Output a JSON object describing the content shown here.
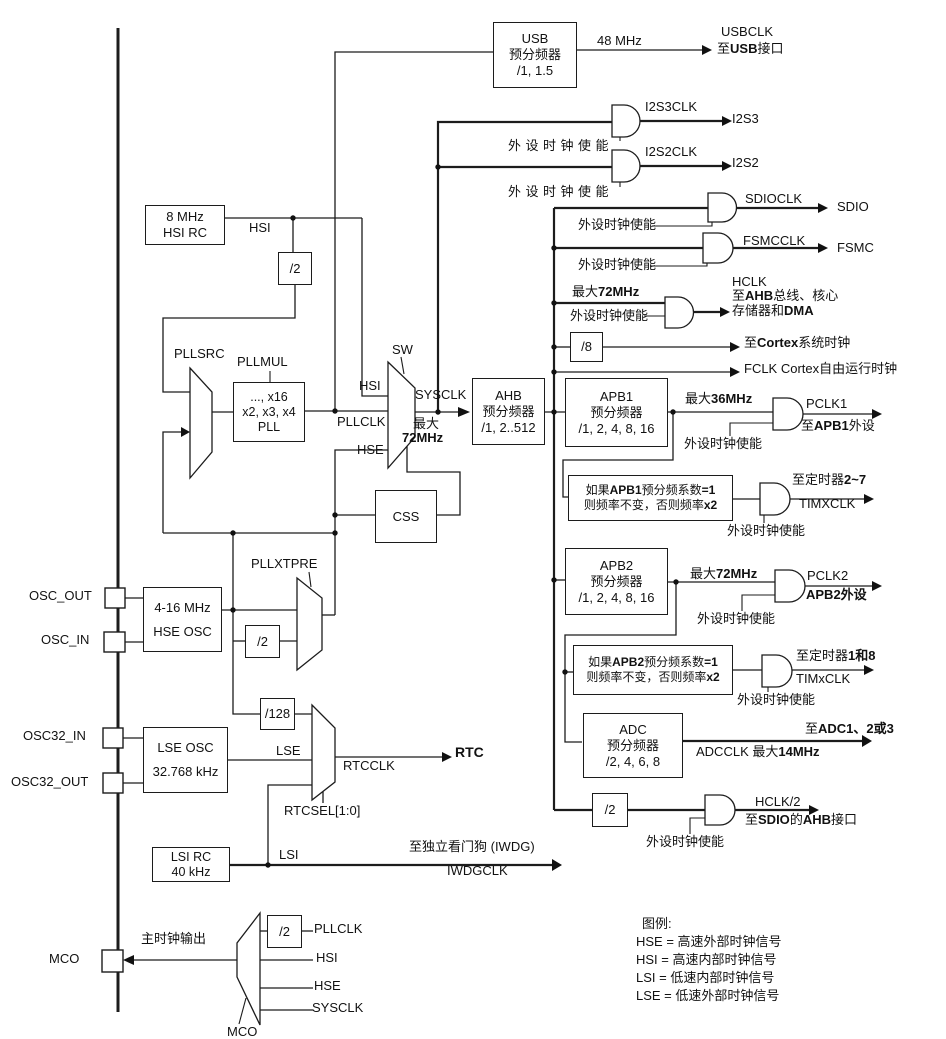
{
  "boxes": {
    "usb": [
      "USB",
      "预分频器",
      "/1, 1.5"
    ],
    "hsi_rc": [
      "8 MHz",
      "HSI RC"
    ],
    "pll": [
      "..., x16",
      "x2, x3, x4",
      "PLL"
    ],
    "ahb": [
      "AHB",
      "预分频器",
      "/1, 2..512"
    ],
    "apb1": [
      "APB1",
      "预分频器",
      "/1, 2, 4, 8, 16"
    ],
    "apb2": [
      "APB2",
      "预分频器",
      "/1, 2, 4, 8, 16"
    ],
    "adc": [
      "ADC",
      "预分频器",
      "/2, 4, 6, 8"
    ],
    "hse_osc": [
      "4-16 MHz",
      "HSE OSC"
    ],
    "lse_osc": [
      "LSE OSC",
      "32.768 kHz"
    ],
    "lsi_rc": [
      "LSI RC",
      "40 kHz"
    ],
    "css": "CSS",
    "div2": "/2",
    "div8": "/8",
    "div128": "/128",
    "apb1_tim": [
      [
        {
          "t": "如果",
          "b": 0
        },
        {
          "t": "APB1",
          "b": 1
        },
        {
          "t": "预分频系数",
          "b": 0
        },
        {
          "t": "=1",
          "b": 1
        }
      ],
      [
        {
          "t": "则频率不变，否则频率",
          "b": 0
        },
        {
          "t": "x2",
          "b": 1
        }
      ]
    ],
    "apb2_tim": [
      [
        {
          "t": "如果",
          "b": 0
        },
        {
          "t": "APB2",
          "b": 1
        },
        {
          "t": "预分频系数",
          "b": 0
        },
        {
          "t": "=1",
          "b": 1
        }
      ],
      [
        {
          "t": "则频率不变，否则频率",
          "b": 0
        },
        {
          "t": "x2",
          "b": 1
        }
      ]
    ]
  },
  "muxes": {
    "pllsrc": "PLLSRC",
    "pllmul": "PLLMUL",
    "sw": "SW",
    "pllxtpre": "PLLXTPRE",
    "rtcsel": "RTCSEL[1:0]",
    "mco": "MCO"
  },
  "pins": {
    "osc_out": "OSC_OUT",
    "osc_in": "OSC_IN",
    "osc32_in": "OSC32_IN",
    "osc32_out": "OSC32_OUT",
    "mco": "MCO"
  },
  "wires": {
    "hsi": "HSI",
    "hse": "HSE",
    "pllclk": "PLLCLK",
    "sysclk": "SYSCLK",
    "max": "最大",
    "mhz72": "72MHz",
    "mhz48": "48 MHz",
    "lse": "LSE",
    "lsi": "LSI",
    "rtcclk": "RTCCLK",
    "rtc": "RTC",
    "mco_out": "主时钟输出"
  },
  "outputs": {
    "usbclk": "USBCLK",
    "usb_to": [
      {
        "t": "至",
        "b": 0
      },
      {
        "t": "USB",
        "b": 1
      },
      {
        "t": "接口",
        "b": 0
      }
    ],
    "i2s3clk": "I2S3CLK",
    "i2s3": "I2S3",
    "i2s2clk": "I2S2CLK",
    "i2s2": "I2S2",
    "sdioclk": "SDIOCLK",
    "sdio": "SDIO",
    "fsmcclk": "FSMCCLK",
    "fsmc": "FSMC",
    "max72": [
      {
        "t": "最大",
        "b": 0
      },
      {
        "t": "72MHz",
        "b": 1
      }
    ],
    "hclk": "HCLK",
    "hclk_to1": [
      {
        "t": "至",
        "b": 0
      },
      {
        "t": "AHB",
        "b": 1
      },
      {
        "t": "总线、核心",
        "b": 0
      }
    ],
    "hclk_to2": [
      {
        "t": "存储器和",
        "b": 0
      },
      {
        "t": "DMA",
        "b": 1
      }
    ],
    "cortex": [
      {
        "t": "至",
        "b": 0
      },
      {
        "t": "Cortex",
        "b": 1
      },
      {
        "t": "系统时钟",
        "b": 0
      }
    ],
    "fclk": "FCLK Cortex自由运行时钟",
    "max36": [
      {
        "t": "最大",
        "b": 0
      },
      {
        "t": "36MHz",
        "b": 1
      }
    ],
    "pclk1": "PCLK1",
    "pclk1_to": [
      {
        "t": "至",
        "b": 0
      },
      {
        "t": "APB1",
        "b": 1
      },
      {
        "t": "外设",
        "b": 0
      }
    ],
    "tim27": [
      {
        "t": "至定时器",
        "b": 0
      },
      {
        "t": "2~7",
        "b": 1
      }
    ],
    "timxclk": "TIMXCLK",
    "pclk2": "PCLK2",
    "apb2_per": [
      {
        "t": "APB2外设",
        "b": 1
      }
    ],
    "tim18": [
      {
        "t": "至定时器",
        "b": 0
      },
      {
        "t": "1和8",
        "b": 1
      }
    ],
    "timxclk2": "TIMxCLK",
    "adc_to": [
      {
        "t": "至",
        "b": 0
      },
      {
        "t": "ADC1、2或3",
        "b": 1
      }
    ],
    "adcclk": [
      {
        "t": "ADCCLK 最大",
        "b": 0
      },
      {
        "t": "14MHz",
        "b": 1
      }
    ],
    "hclk2": "HCLK/2",
    "sdio_ahb": [
      {
        "t": "至",
        "b": 0
      },
      {
        "t": "SDIO",
        "b": 1
      },
      {
        "t": "的",
        "b": 0
      },
      {
        "t": "AHB",
        "b": 1
      },
      {
        "t": "接口",
        "b": 0
      }
    ],
    "iwdg": "至独立看门狗 (IWDG)",
    "iwdgclk": "IWDGCLK"
  },
  "enable": "外设时钟使能",
  "legend": {
    "title": "图例:",
    "items": [
      "HSE = 高速外部时钟信号",
      "HSI = 高速内部时钟信号",
      "LSI = 低速内部时钟信号",
      "LSE = 低速外部时钟信号"
    ]
  }
}
